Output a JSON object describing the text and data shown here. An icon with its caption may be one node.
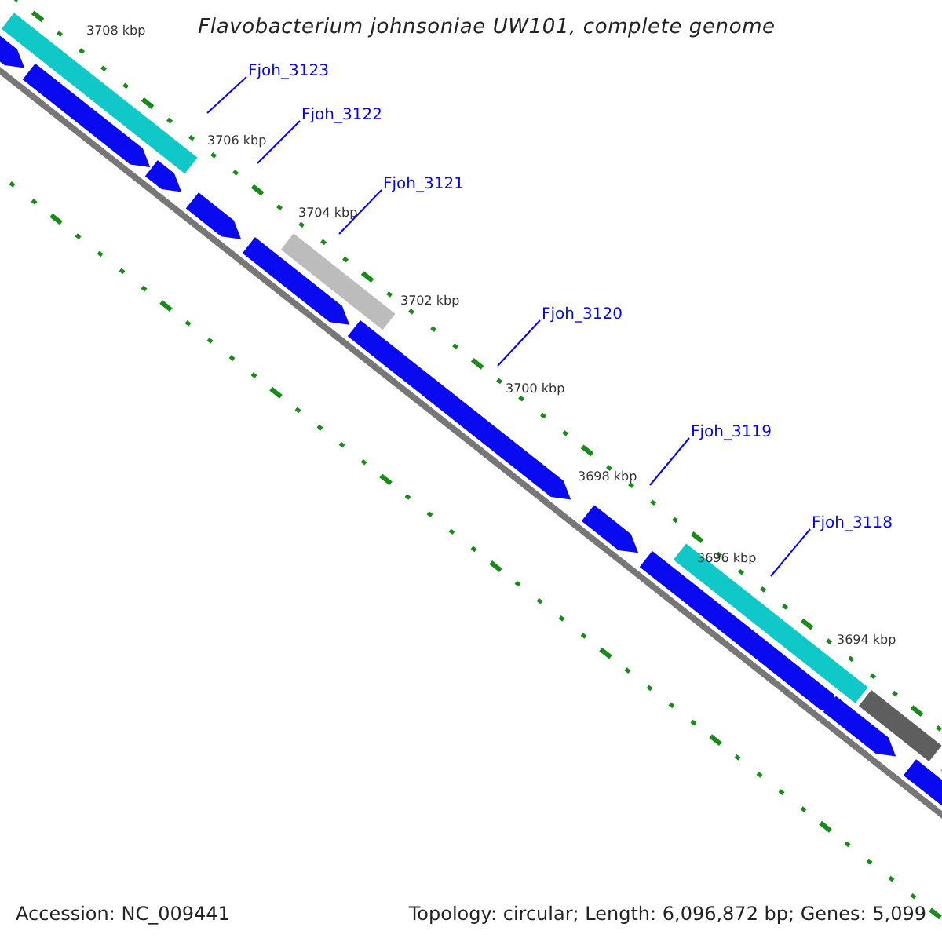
{
  "diagram": {
    "title": "Flavobacterium johnsoniae UW101, complete genome",
    "nodes": [
      {
        "text": [
          "Fjoh_3123"
        ]
      },
      {
        "text": [
          "Fjoh_3122"
        ]
      },
      {
        "text": [
          "Fjoh_3121"
        ]
      },
      {
        "text": [
          "Fjoh_3120"
        ]
      },
      {
        "text": [
          "Fjoh_3119"
        ]
      },
      {
        "text": [
          "Fjoh_3118"
        ]
      }
    ],
    "edges": [
      {
        "from": 0,
        "to": null,
        "arrow": "none"
      },
      {
        "from": 1,
        "to": null,
        "arrow": "none"
      },
      {
        "from": 2,
        "to": null,
        "arrow": "none"
      },
      {
        "from": 3,
        "to": null,
        "arrow": "none"
      },
      {
        "from": 4,
        "to": null,
        "arrow": "none"
      },
      {
        "from": 5,
        "to": null,
        "arrow": "none"
      }
    ],
    "labels": [
      "3708 kbp",
      "3706 kbp",
      "3704 kbp",
      "3702 kbp",
      "3700 kbp",
      "3698 kbp",
      "3696 kbp",
      "3694 kbp",
      "Accession: NC_009441",
      "Topology: circular; Length: 6,096,872 bp; Genes: 5,099"
    ]
  }
}
